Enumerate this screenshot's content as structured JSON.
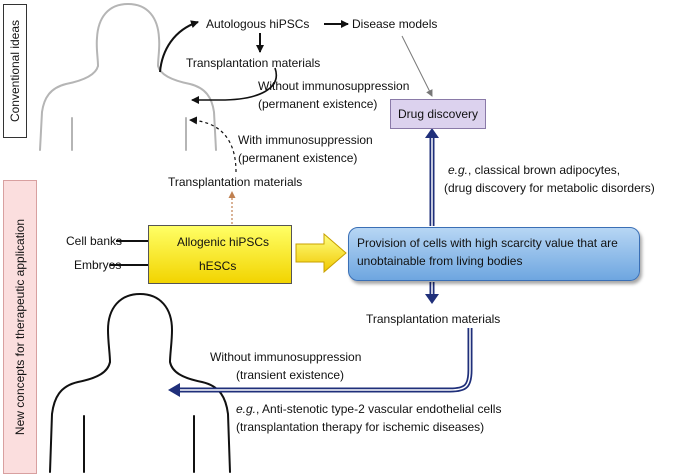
{
  "sections": {
    "conventional": "Conventional ideas",
    "new_concepts": "New concepts for therapeutic application"
  },
  "top": {
    "autologous": "Autologous hiPSCs",
    "disease_models": "Disease models",
    "transplantation_materials": "Transplantation materials",
    "without_immuno": "Without immunosuppression",
    "permanent_1": "(permanent existence)",
    "with_immuno": "With immunosuppression",
    "permanent_2": "(permanent existence)",
    "transplantation_materials_2": "Transplantation materials",
    "drug_discovery": "Drug discovery"
  },
  "middle": {
    "eg_1": "e.g.",
    "adipocytes": ", classical brown adipocytes,",
    "drug_metabolic": "(drug discovery for metabolic disorders)",
    "cell_banks": "Cell banks",
    "embryos": "Embryos",
    "allogenic": "Allogenic hiPSCs",
    "hescs": "hESCs",
    "provision_line1": "Provision of cells with high scarcity value that are",
    "provision_line2": "unobtainable from living bodies"
  },
  "bottom": {
    "transplantation_materials": "Transplantation materials",
    "without_immuno": "Without immunosuppression",
    "transient": "(transient existence)",
    "eg_2": "e.g.",
    "endothelial": ", Anti-stenotic type-2 vascular endothelial cells",
    "therapy": "(transplantation therapy for ischemic diseases)"
  },
  "colors": {
    "drug_box": "#dcd2ee",
    "yellow_box": "#f2d400",
    "blue_box": "#6ea6e0",
    "arrow_blue": "#1f2f7a",
    "new_tab": "#fbdede"
  }
}
